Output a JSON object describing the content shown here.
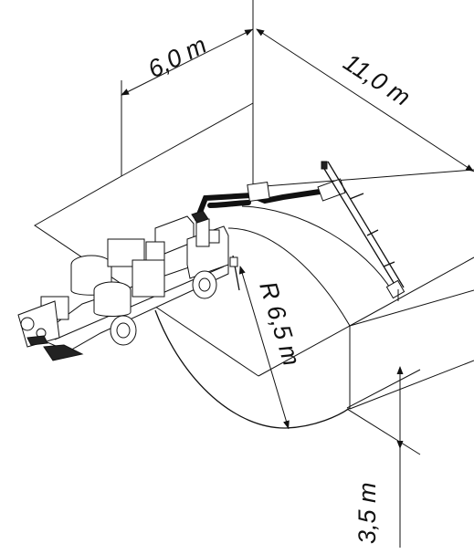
{
  "dimensions": {
    "width_label": "6,0 m",
    "length_label": "11,0 m",
    "radius_label": "R 6,5 m",
    "height_label": "3,5 m"
  },
  "colors": {
    "line": "#111111",
    "background": "#ffffff"
  }
}
